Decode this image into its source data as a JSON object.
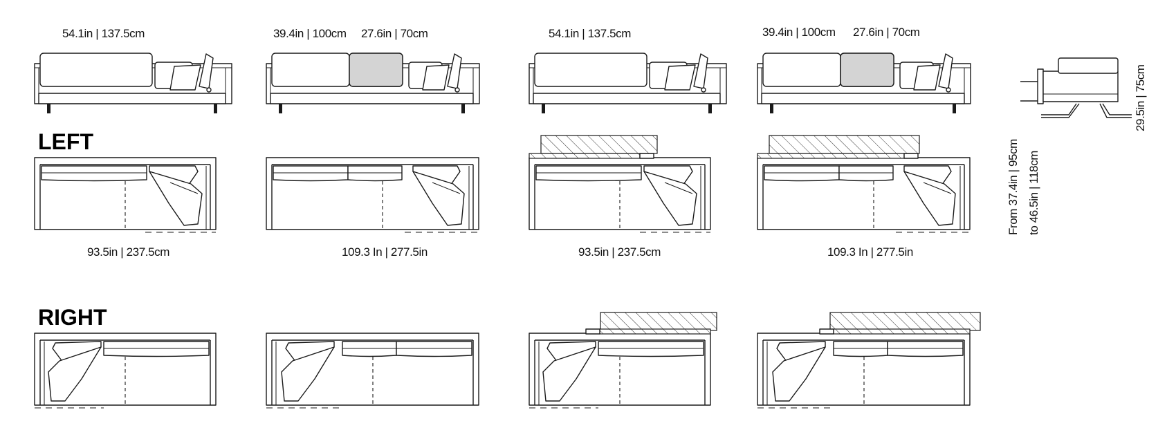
{
  "front_views": [
    {
      "dims": [
        "54.1in | 137.5cm"
      ],
      "grey_cushion": false
    },
    {
      "dims": [
        "39.4in | 100cm",
        "27.6in | 70cm"
      ],
      "grey_cushion": true
    },
    {
      "dims": [
        "54.1in | 137.5cm"
      ],
      "grey_cushion": false
    },
    {
      "dims": [
        "39.4in | 100cm",
        "27.6in | 70cm"
      ],
      "grey_cushion": true
    }
  ],
  "sections": {
    "left": "LEFT",
    "right": "RIGHT"
  },
  "widths": [
    "93.5in | 237.5cm",
    "109.3 In | 277.5in",
    "93.5in | 237.5cm",
    "109.3 In | 277.5in"
  ],
  "depth": {
    "line1": "From 37.4in  | 95cm",
    "line2": "to 46.5in | 118cm"
  },
  "height": "29.5in  |  75cm",
  "colors": {
    "line": "#1a1a1a",
    "highlight": "#d4d4d4"
  }
}
